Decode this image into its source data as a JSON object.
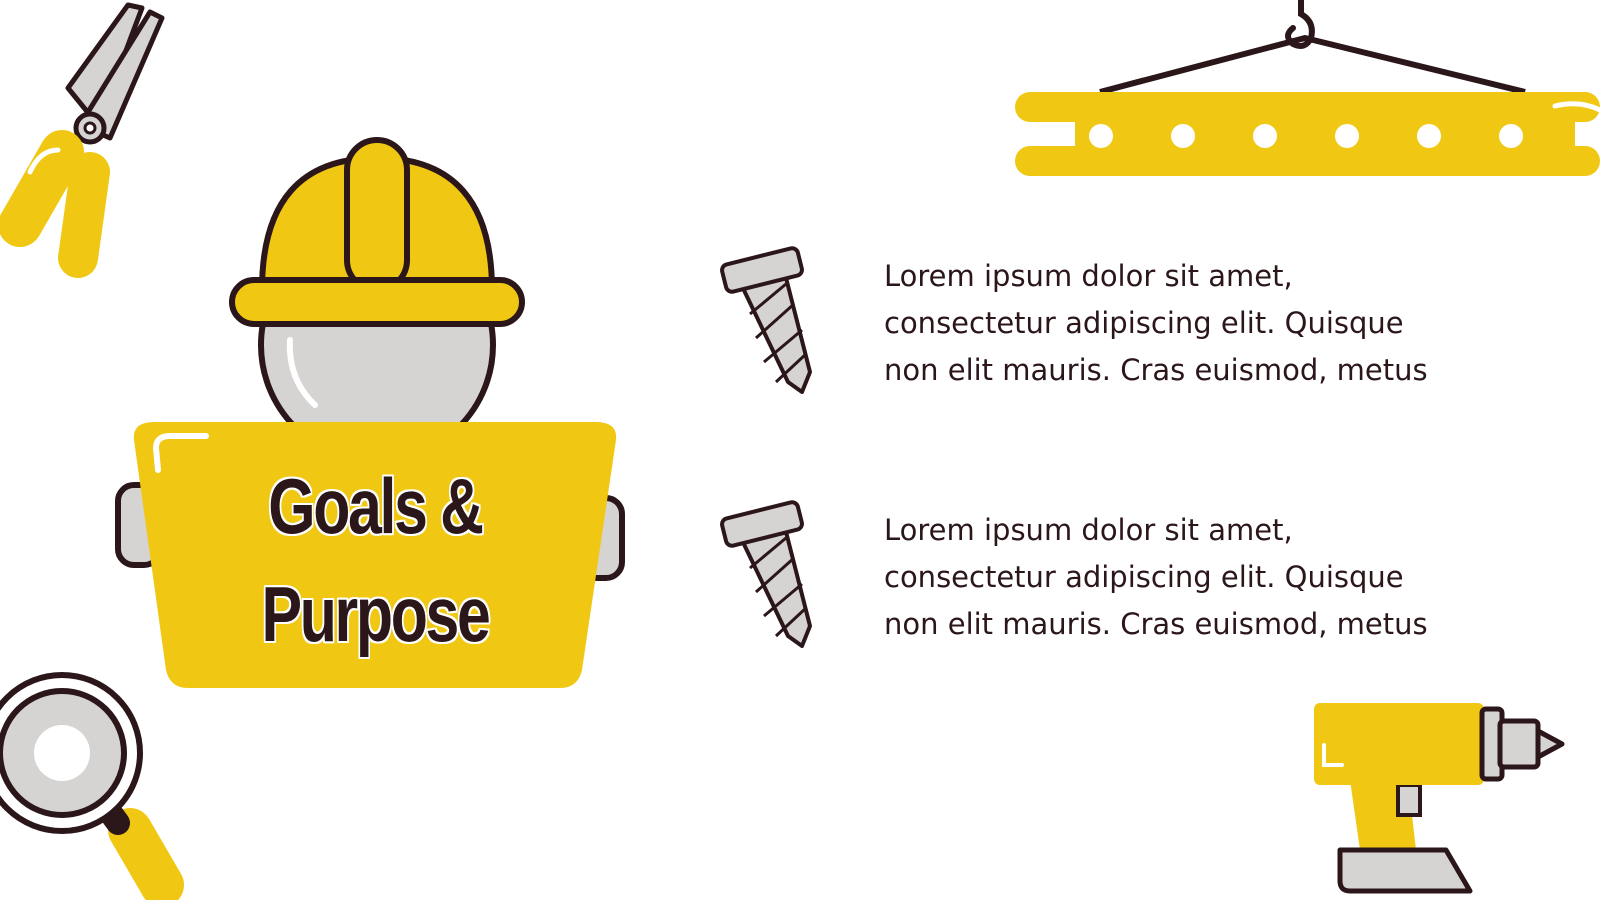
{
  "slide": {
    "title_line1": "Goals &",
    "title_line2": "Purpose",
    "items": [
      {
        "line1": "Lorem ipsum dolor sit amet,",
        "line2": "consectetur adipiscing elit. Quisque",
        "line3": "non elit mauris. Cras euismod, metus",
        "icon": "screw-icon"
      },
      {
        "line1": "Lorem ipsum dolor sit amet,",
        "line2": "consectetur adipiscing elit. Quisque",
        "line3": "non elit mauris. Cras euismod, metus",
        "icon": "screw-icon"
      }
    ]
  },
  "icons": [
    "pliers-icon",
    "crane-beam-icon",
    "worker-helmet-icon",
    "magnifier-icon",
    "drill-icon"
  ],
  "colors": {
    "accent": "#f0c814",
    "outline": "#2b161a",
    "metal": "#d6d3d3",
    "background": "#ffffff"
  }
}
